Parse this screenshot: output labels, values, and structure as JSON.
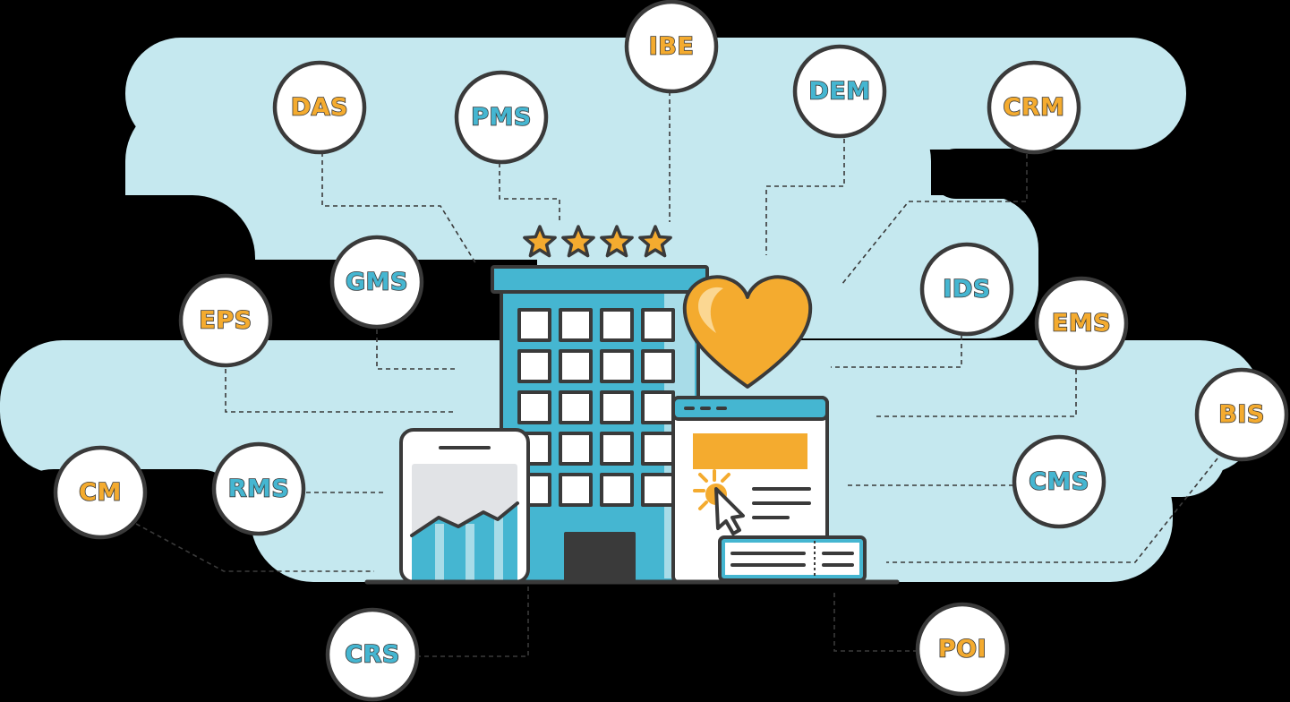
{
  "colors": {
    "background": "#000000",
    "cloud": "#c5e8ef",
    "outline": "#3a3a3a",
    "building_blue": "#45b6d1",
    "building_light": "#a8dce8",
    "accent_orange": "#f4ab2f",
    "accent_orange_light": "#fbd792",
    "white": "#ffffff",
    "grey_screen": "#e1e3e6",
    "door": "#3a3a3a"
  },
  "nodes": [
    {
      "id": "ibe",
      "label": "IBE",
      "color": "#f4ab2f"
    },
    {
      "id": "das",
      "label": "DAS",
      "color": "#f4ab2f"
    },
    {
      "id": "pms",
      "label": "PMS",
      "color": "#45b6d1"
    },
    {
      "id": "dem",
      "label": "DEM",
      "color": "#45b6d1"
    },
    {
      "id": "crm",
      "label": "CRM",
      "color": "#f4ab2f"
    },
    {
      "id": "gms",
      "label": "GMS",
      "color": "#45b6d1"
    },
    {
      "id": "eps",
      "label": "EPS",
      "color": "#f4ab2f"
    },
    {
      "id": "ids",
      "label": "IDS",
      "color": "#45b6d1"
    },
    {
      "id": "ems",
      "label": "EMS",
      "color": "#f4ab2f"
    },
    {
      "id": "bis",
      "label": "BIS",
      "color": "#f4ab2f"
    },
    {
      "id": "cm",
      "label": "CM",
      "color": "#f4ab2f"
    },
    {
      "id": "rms",
      "label": "RMS",
      "color": "#45b6d1"
    },
    {
      "id": "cms",
      "label": "CMS",
      "color": "#45b6d1"
    },
    {
      "id": "crs",
      "label": "CRS",
      "color": "#45b6d1"
    },
    {
      "id": "poi",
      "label": "POI",
      "color": "#f4ab2f"
    }
  ],
  "hotel": {
    "stars": 4
  }
}
